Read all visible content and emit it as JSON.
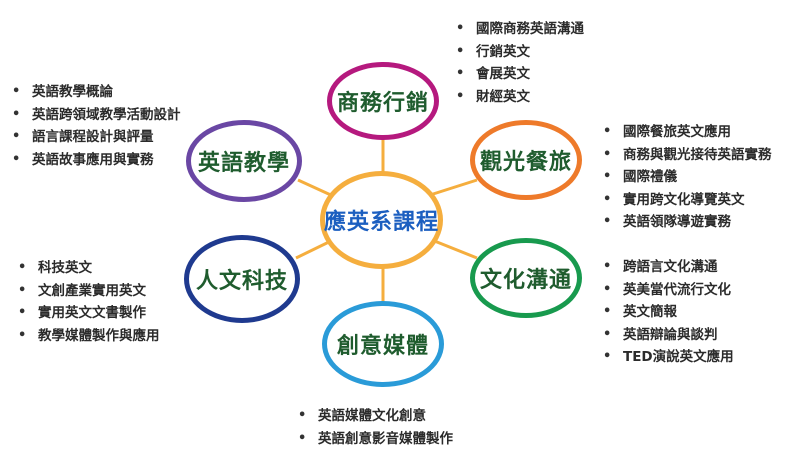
{
  "center": {
    "label": "應英系課程"
  },
  "colors": {
    "center_border": "#f5ae3e",
    "center_text": "#1c5fc0",
    "node_text": "#1f5c2e",
    "business": "#b5197e",
    "tourism": "#ee7a2a",
    "culture": "#189a4e",
    "media": "#2a9bd8",
    "humanities": "#1f3a8f",
    "teaching": "#6a47a4",
    "connector": "#f5ae3e"
  },
  "nodes": {
    "business": {
      "label": "商務行銷",
      "items": [
        "國際商務英語溝通",
        "行銷英文",
        "會展英文",
        "財經英文"
      ]
    },
    "tourism": {
      "label": "觀光餐旅",
      "items": [
        "國際餐旅英文應用",
        "商務與觀光接待英語實務",
        "國際禮儀",
        "實用跨文化導覽英文",
        "英語領隊導遊實務"
      ]
    },
    "culture": {
      "label": "文化溝通",
      "items": [
        "跨語言文化溝通",
        "英美當代流行文化",
        "英文簡報",
        "英語辯論與談判",
        "TED演說英文應用"
      ]
    },
    "media": {
      "label": "創意媒體",
      "items": [
        "英語媒體文化創意",
        "英語創意影音媒體製作"
      ]
    },
    "humanities": {
      "label": "人文科技",
      "items": [
        "科技英文",
        "文創產業實用英文",
        "實用英文文書製作",
        "教學媒體製作與應用"
      ]
    },
    "teaching": {
      "label": "英語教學",
      "items": [
        "英語教學概論",
        "英語跨領域教學活動設計",
        "語言課程設計與評量",
        "英語故事應用與實務"
      ]
    }
  }
}
